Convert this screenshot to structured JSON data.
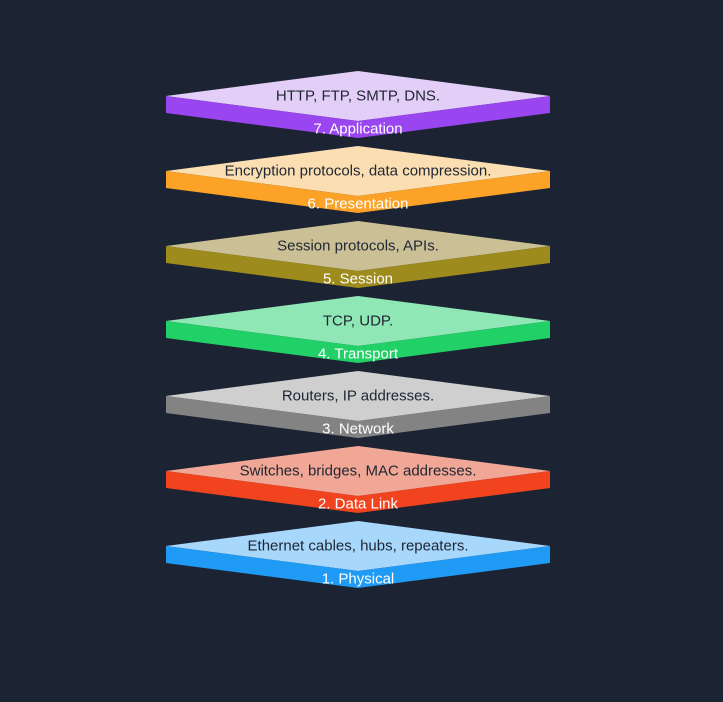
{
  "background_color": "#1C2433",
  "face_text_color": "#1F2633",
  "label_text_color": "#FFFFFF",
  "diagram": {
    "type": "osi-model-layer-stack",
    "layer_count": 7
  },
  "layers": [
    {
      "number": 7,
      "name": "Application",
      "label": "7. Application",
      "description": "HTTP, FTP, SMTP, DNS.",
      "top_color": "#E2CEF6",
      "side_color": "#9945F0"
    },
    {
      "number": 6,
      "name": "Presentation",
      "label": "6. Presentation",
      "description": "Encryption protocols, data compression.",
      "top_color": "#FBDFB3",
      "side_color": "#FBA227"
    },
    {
      "number": 5,
      "name": "Session",
      "label": "5. Session",
      "description": "Session protocols, APIs.",
      "top_color": "#CBC095",
      "side_color": "#9D8B1D"
    },
    {
      "number": 4,
      "name": "Transport",
      "label": "4. Transport",
      "description": "TCP, UDP.",
      "top_color": "#8EE7B4",
      "side_color": "#21D067"
    },
    {
      "number": 3,
      "name": "Network",
      "label": "3. Network",
      "description": "Routers, IP addresses.",
      "top_color": "#CFCFCF",
      "side_color": "#838383"
    },
    {
      "number": 2,
      "name": "Data Link",
      "label": "2. Data Link",
      "description": "Switches, bridges, MAC addresses.",
      "top_color": "#F1A795",
      "side_color": "#F2431F"
    },
    {
      "number": 1,
      "name": "Physical",
      "label": "1. Physical",
      "description": "Ethernet cables, hubs, repeaters.",
      "top_color": "#A7D7FB",
      "side_color": "#1F9BF5"
    }
  ]
}
